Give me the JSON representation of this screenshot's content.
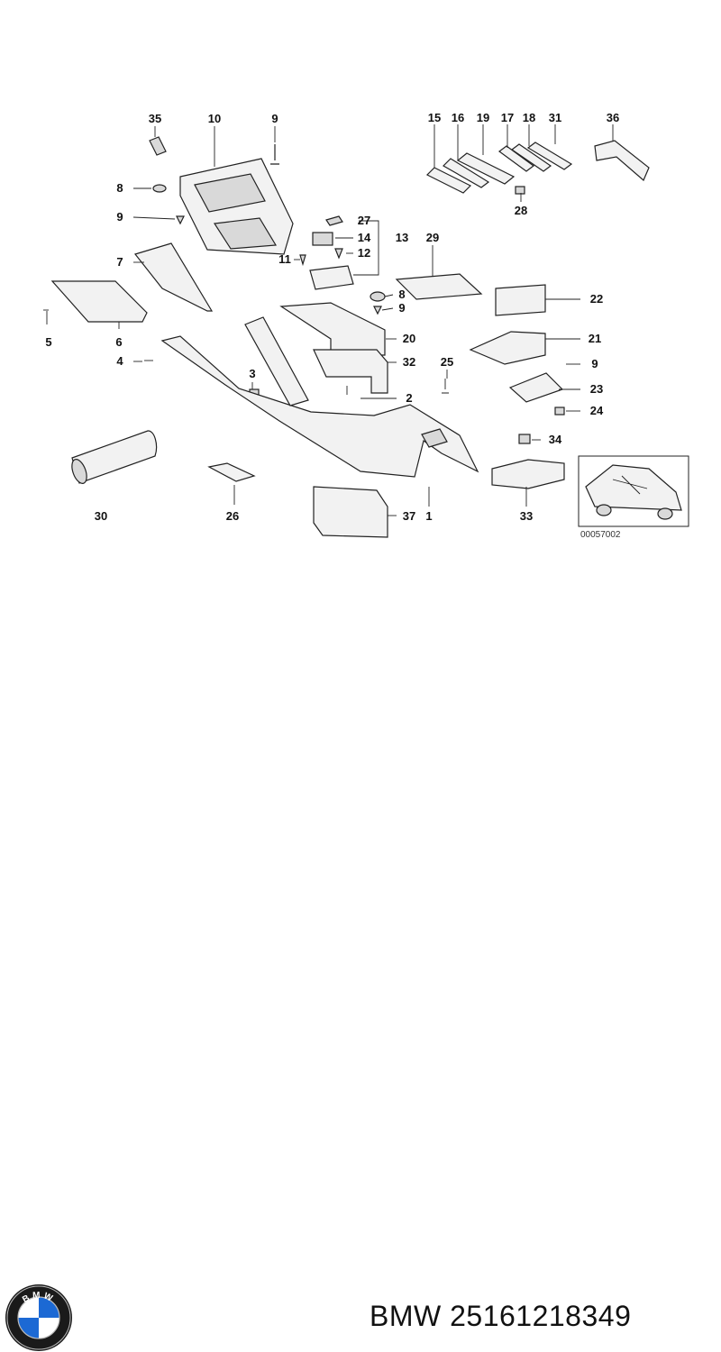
{
  "diagram": {
    "callouts": [
      "35",
      "10",
      "9",
      "15",
      "16",
      "19",
      "17",
      "18",
      "31",
      "36",
      "8",
      "9",
      "27",
      "14",
      "13",
      "12",
      "11",
      "29",
      "28",
      "7",
      "8",
      "9",
      "22",
      "5",
      "6",
      "4",
      "20",
      "21",
      "32",
      "3",
      "25",
      "9",
      "2",
      "23",
      "24",
      "34",
      "30",
      "26",
      "37",
      "1",
      "33"
    ],
    "inset_code": "00057002"
  },
  "footer": {
    "logo_text": "BMW",
    "brand": "BMW",
    "part_number": "25161218349"
  },
  "colors": {
    "line": "#222222",
    "fill": "#f2f2f2",
    "logo_blue": "#1c69d4"
  }
}
